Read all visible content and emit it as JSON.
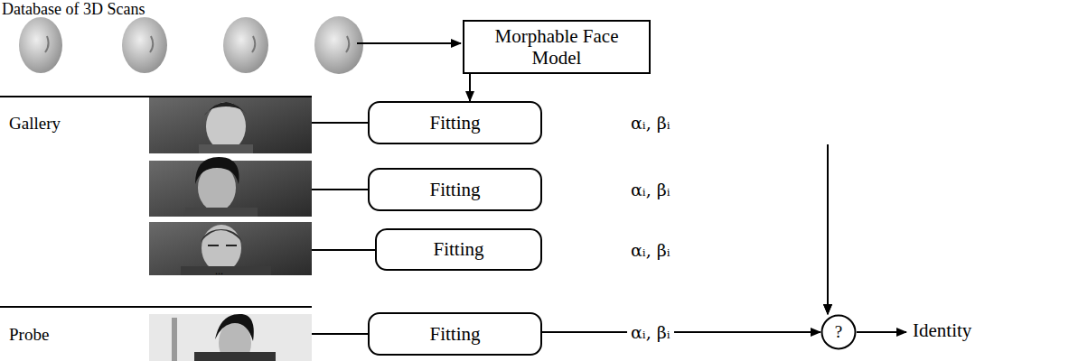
{
  "diagram": {
    "nodes": [
      {
        "text": [
          "Morphable Face Model"
        ]
      },
      {
        "text": [
          "Fitting"
        ]
      },
      {
        "text": [
          "Fitting"
        ]
      },
      {
        "text": [
          "Fitting"
        ]
      },
      {
        "text": [
          "Fitting"
        ]
      },
      {
        "text": [
          "?"
        ]
      }
    ],
    "edges": [
      {
        "from": 0,
        "to": 1,
        "arrow": "to"
      },
      {
        "from": 1,
        "to": 5,
        "label": "αᵢ, βᵢ",
        "arrow": "to"
      },
      {
        "from": 2,
        "to": 5,
        "label": "αᵢ, βᵢ",
        "arrow": "to"
      },
      {
        "from": 3,
        "to": 5,
        "label": "αᵢ, βᵢ",
        "arrow": "to"
      },
      {
        "from": 4,
        "to": 5,
        "label": "αᵢ, βᵢ",
        "arrow": "to"
      }
    ],
    "labels": [
      "Database of 3D Scans",
      "Gallery",
      "...",
      "Probe",
      "Identity"
    ]
  }
}
